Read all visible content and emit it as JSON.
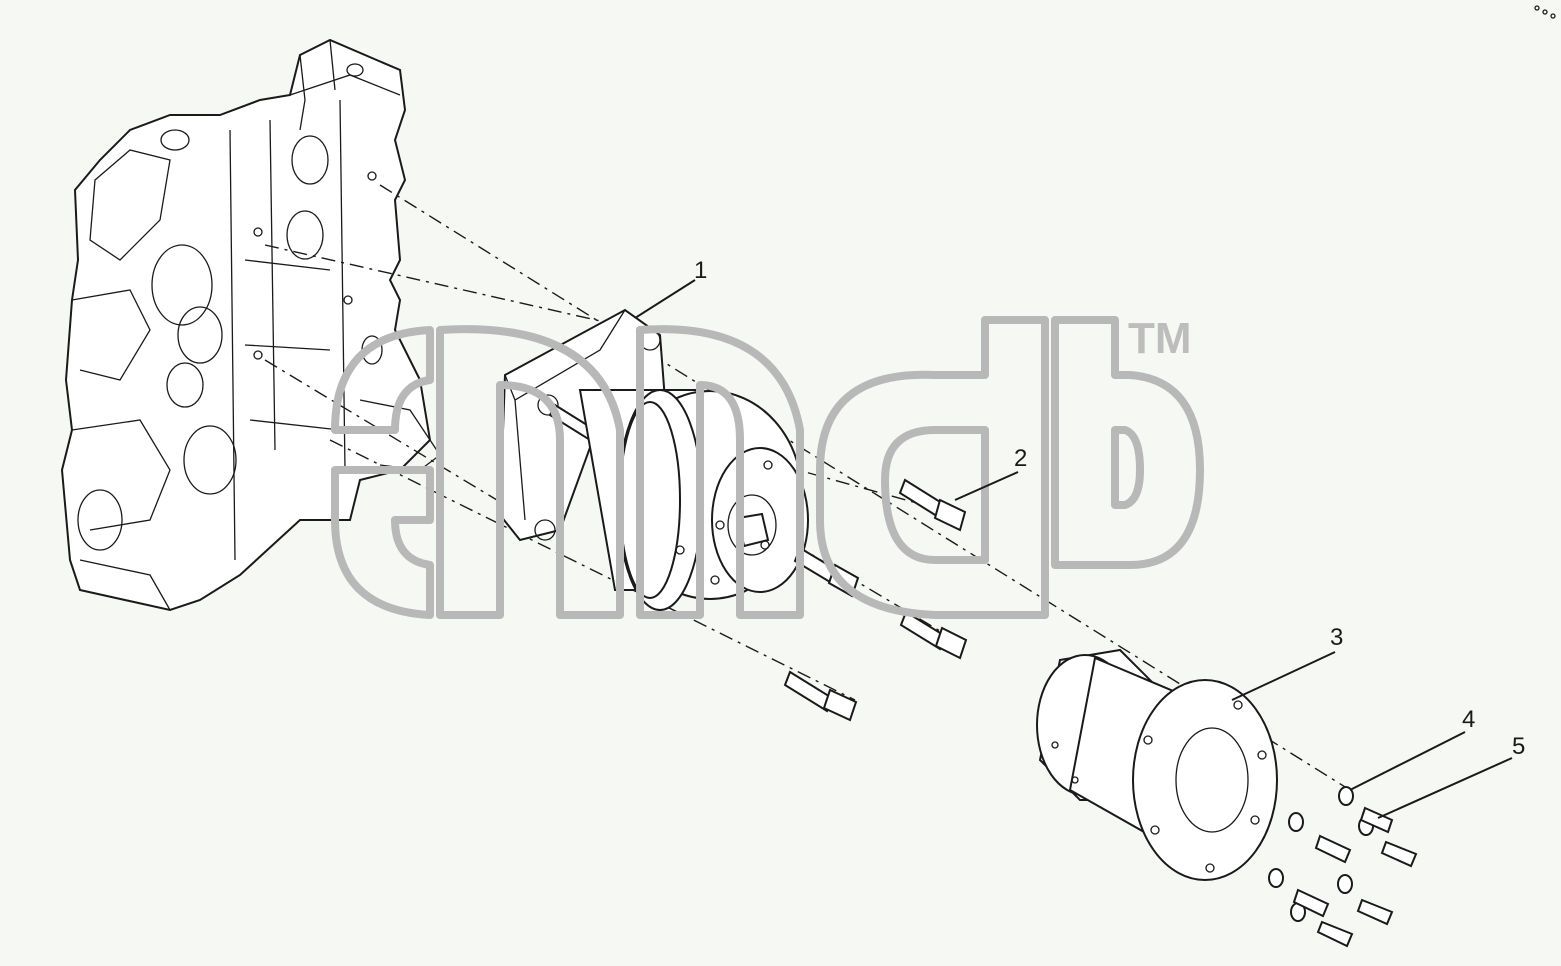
{
  "callouts": [
    {
      "id": "1",
      "text": "1"
    },
    {
      "id": "2",
      "text": "2"
    },
    {
      "id": "3",
      "text": "3"
    },
    {
      "id": "4",
      "text": "4"
    },
    {
      "id": "5",
      "text": "5"
    }
  ],
  "watermark": {
    "mark": "TM"
  },
  "colors": {
    "background": "#f6f8f4",
    "linework": "#1a1a1a",
    "watermark": "#b8b8b8"
  }
}
